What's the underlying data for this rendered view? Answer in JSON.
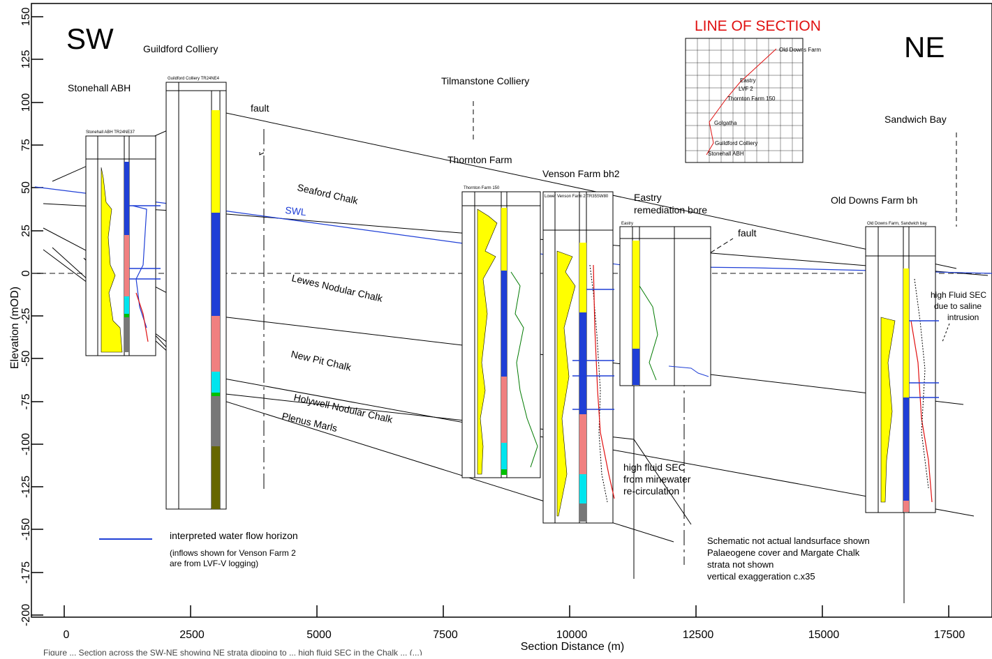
{
  "figure": {
    "sw_label": "SW",
    "ne_label": "NE",
    "xlabel": "Section Distance (m)",
    "ylabel": "Elevation (mOD)",
    "caption": "Figure ... Section across the SW-NE showing NE strata dipping to ... high fluid SEC in the Chalk ... (...)",
    "x_ticks": [
      "0",
      "2500",
      "5000",
      "7500",
      "10000",
      "12500",
      "15000",
      "17500"
    ],
    "y_ticks": [
      "150",
      "125",
      "100",
      "75",
      "50",
      "25",
      "0",
      "-25",
      "-50",
      "-75",
      "-100",
      "-125",
      "-150",
      "-175",
      "-200"
    ]
  },
  "sites": {
    "guildford_colliery": "Guildford Colliery",
    "stonehall_abh": "Stonehall ABH",
    "tilmanstone_colliery": "Tilmanstone Colliery",
    "thornton_farm": "Thornton Farm",
    "venson_farm": "Venson Farm bh2",
    "eastry_1": "Eastry",
    "eastry_2": "remediation bore",
    "old_downs_farm": "Old Downs Farm bh",
    "sandwich_bay": "Sandwich Bay"
  },
  "units": {
    "seaford": "Seaford Chalk",
    "swl": "SWL",
    "lewes": "Lewes Nodular Chalk",
    "new_pit": "New Pit Chalk",
    "holywell": "Holywell Nodular Chalk",
    "plenus": "Plenus Marls"
  },
  "annotations": {
    "fault_1": "fault",
    "fault_2": "fault",
    "minewater_1": "high fluid SEC",
    "minewater_2": "from minewater",
    "minewater_3": "re-circulation",
    "saline_1": "high Fluid SEC",
    "saline_2": "due to saline",
    "saline_3": "intrusion",
    "note_1": "Schematic not actual landsurface shown",
    "note_2": "Palaeogene cover and Margate Chalk",
    "note_3": "strata not shown",
    "note_4": "vertical exaggeration c.x35"
  },
  "legend": {
    "flow_label": "interpreted water flow horizon",
    "flow_note_1": "(inflows shown for Venson Farm 2",
    "flow_note_2": "are from LVF-V logging)",
    "flow_color": "#1f3fd6"
  },
  "inset_map": {
    "title": "LINE OF SECTION",
    "title_color": "#e01010",
    "points": [
      "Old Downs Farm",
      "Eastry",
      "LVF 2",
      "Thornton Farm 150",
      "Golgatha",
      "Guildford Colliery",
      "Stonehall ABH"
    ]
  },
  "log_headers": {
    "stonehall": "Stonehall ABH TR24NE37",
    "guildford": "Guildford Colliery TR24NE4",
    "thornton": "Thornton Farm 150",
    "venson": "Lower Venson Farm 2 TR35SW80",
    "eastry": "Eastry",
    "olddowns": "Old Downs Farm, Sandwich bay"
  },
  "colors": {
    "seaford": "#ffff00",
    "lewes": "#1f3fd6",
    "new_pit": "#f08080",
    "holywell": "#00e5ee",
    "plenus": "#00c000",
    "zig_zag": "#777777",
    "west_melbury": "#666600",
    "swl": "#1f3fd6",
    "temp": "#e01010",
    "fluid": "#1f3fd6",
    "gamma": "#007a00"
  }
}
